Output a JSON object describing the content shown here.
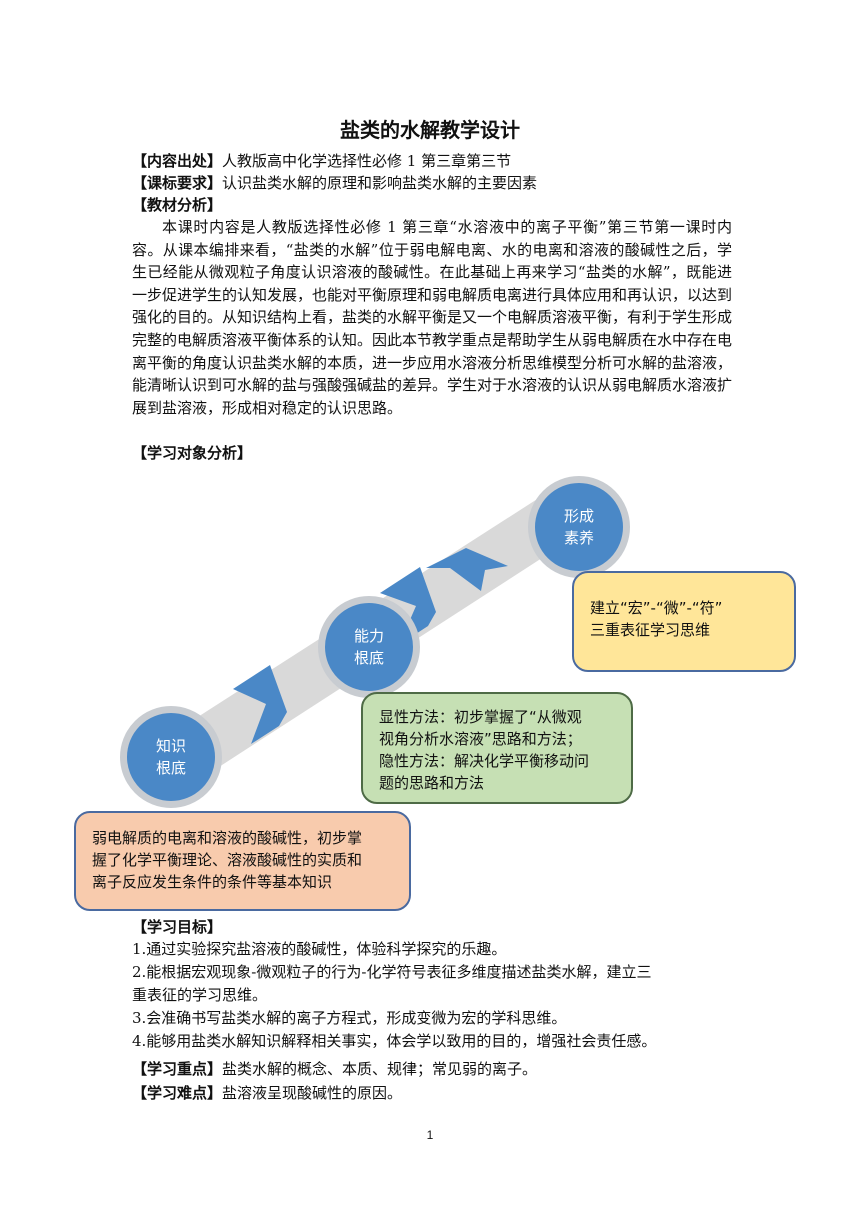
{
  "title": "盐类的水解教学设计",
  "source": {
    "label": "【内容出处】",
    "text": "人教版高中化学选择性必修 1 第三章第三节"
  },
  "standard": {
    "label": "【课标要求】",
    "text": "认识盐类水解的原理和影响盐类水解的主要因素"
  },
  "textbook": {
    "label": "【教材分析】",
    "paragraph": "本课时内容是人教版选择性必修 1 第三章“水溶液中的离子平衡”第三节第一课时内容。从课本编排来看，“盐类的水解”位于弱电解电离、水的电离和溶液的酸碱性之后，学生已经能从微观粒子角度认识溶液的酸碱性。在此基础上再来学习“盐类的水解”，既能进一步促进学生的认知发展，也能对平衡原理和弱电解质电离进行具体应用和再认识，以达到强化的目的。从知识结构上看，盐类的水解平衡是又一个电解质溶液平衡，有利于学生形成完整的电解质溶液平衡体系的认知。因此本节教学重点是帮助学生从弱电解质在水中存在电离平衡的角度认识盐类水解的本质，进一步应用水溶液分析思维模型分析可水解的盐溶液，能清晰认识到可水解的盐与强酸强碱盐的差异。学生对于水溶液的认识从弱电解质水溶液扩展到盐溶液，形成相对稳定的认识思路。"
  },
  "learner": {
    "label": "【学习对象分析】"
  },
  "diagram": {
    "circles": [
      {
        "line1": "知识",
        "line2": "根底"
      },
      {
        "line1": "能力",
        "line2": "根底"
      },
      {
        "line1": "形成",
        "line2": "素养"
      }
    ],
    "boxes": {
      "yellow": [
        "建立“宏”-“微”-“符”",
        "三重表征学习思维"
      ],
      "green": [
        "显性方法：初步掌握了“从微观",
        "视角分析水溶液”思路和方法；",
        "隐性方法：解决化学平衡移动问",
        "题的思路和方法"
      ],
      "orange": [
        "弱电解质的电离和溶液的酸碱性，初步掌",
        "握了化学平衡理论、溶液酸碱性的实质和",
        "离子反应发生条件的条件等基本知识"
      ]
    },
    "colors": {
      "circle": "#4a88c7",
      "ring": "#c8ccd1",
      "arrow": "#4a88c7",
      "band": "#d9d9d9",
      "yellow": "#ffe699",
      "green": "#c6e0b4",
      "orange": "#f8cbad"
    }
  },
  "goals": {
    "label": "【学习目标】",
    "items": [
      "1.通过实验探究盐溶液的酸碱性，体验科学探究的乐趣。",
      "2.能根据宏观现象-微观粒子的行为-化学符号表征多维度描述盐类水解，建立三",
      "重表征的学习思维。",
      "3.会准确书写盐类水解的离子方程式，形成变微为宏的学科思维。",
      "4.能够用盐类水解知识解释相关事实，体会学以致用的目的，增强社会责任感。"
    ]
  },
  "keypoint": {
    "label": "【学习重点】",
    "text": "盐类水解的概念、本质、规律；常见弱的离子。"
  },
  "difficulty": {
    "label": "【学习难点】",
    "text": "盐溶液呈现酸碱性的原因。"
  },
  "page_number": "1"
}
